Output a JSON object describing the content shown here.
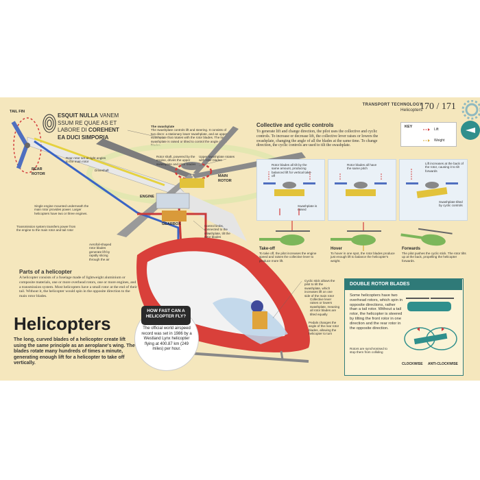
{
  "header": {
    "category": "TRANSPORT TECHNOLOGY",
    "subtitle": "Helicopters",
    "page_left": "170",
    "page_right": "171"
  },
  "fingerprint_text": {
    "part1": "ESQUIT NULLA",
    "part2": "VANEM",
    "part3": "SSUM RE QUAE AS ET",
    "part4": "LABORE DI",
    "part5": "COREHENT",
    "part6": "EA DUCI SIMPORIA"
  },
  "labels": {
    "tail_fin": "TAIL FIN",
    "rear_rotor": "REAR ROTOR",
    "main_rotor": "MAIN ROTOR",
    "engine": "ENGINE",
    "gearbox": "GEARBOX",
    "driveshaft": "Driveshaft",
    "rear_rotor_set": "Rear rotor set at right angles to the main rotor",
    "single_engine": "Single engine mounted underneath the main rotor provides power. Larger helicopters have two or three engines.",
    "transmission": "Transmission system transfers power from the engine to the main rotor and tail rotor",
    "aerofoil": "Aerofoil-shaped rotor blades generate lift by rapidly slicing through the air",
    "rotor_shaft": "Rotor shaft, powered by the engine, drives the upper swashplate and rotor blades",
    "upper_swashplate": "Upper swashplate rotates with rotor blades",
    "control_limbs": "Control limbs, connected to the swashplate, tilt the rotor blades",
    "cyclic_stick": "Cyclic stick allows the pilot to tilt the swashplate, which increases lift on one side of the main rotor",
    "collective_lever": "Collective lever raises or lowers swashplate, meaning all rotor blades are tilted equally",
    "pedals": "Pedals changes the angle of the rear rotor blades, allowing the helicopter to turn"
  },
  "swashplate": {
    "title": "The swashplate",
    "body": "The swashplate controls lift and steering. It consists of two discs: a stationary lower swashplate, and an upper swashplate that rotates with the rotor blades. The lower swashplate is raised or tilted to control the angle of the blades."
  },
  "collective": {
    "title": "Collective and cyclic controls",
    "body": "To generate lift and change direction, the pilot uses the collective and cyclic controls. To increase or decrease lift, the collective lever raises or lowers the swashplate, changing the angle of all the blades at the same time. To change direction, the cyclic controls are used to tilt the swashplate."
  },
  "key": {
    "title": "KEY",
    "lift": "Lift",
    "weight": "Weight"
  },
  "panels": [
    {
      "note": "Rotor blades all tilt by the same amount, producing balanced lift for vertical take-off",
      "note2": "Swashplate is raised",
      "title": "Take-off",
      "body": "To take off, the pilot increases the engine speed and raises the collective lever to produce more lift."
    },
    {
      "note": "Rotor blades all have the same pitch",
      "note2": "",
      "title": "Hover",
      "body": "To hover in one spot, the rotor blades produce just enough lift to balance the helicopter's weight."
    },
    {
      "note": "Lift increases at the back of the rotor, causing it to tilt forwards",
      "note2": "Swashplate tilted by cyclic controls",
      "title": "Forwards",
      "body": "The pilot pushes the cyclic stick. The rotor tilts up at the back, propelling the helicopter forwards."
    }
  ],
  "parts": {
    "title": "Parts of a helicopter",
    "body": "A helicopter consists of a fuselage made of lightweight aluminium or composite materials, one or more overhead rotors, one or more engines, and a transmission system. Most helicopters have a small rotor at the end of their tail. Without it, the helicopter would spin in the opposite direction to the main rotor blades."
  },
  "intro": {
    "title": "Helicopters",
    "body": "The long, curved blades of a helicopter create lift using the same principle as an aeroplane's wing. The blades rotate many hundreds of times a minute, generating enough lift for a helicopter to take off vertically."
  },
  "speed": {
    "question": "HOW FAST CAN A HELICOPTER FLY?",
    "answer": "The official world airspeed record was set in 1986 by a Westland Lynx helicopter flying at 400.87 km (249 miles) per hour."
  },
  "double_rotor": {
    "title": "DOUBLE ROTOR BLADES",
    "body": "Some helicopters have two overhead rotors, which spin in opposite directions, rather than a tail rotor. Without a tail rotor, the helicopter is steered by tilting the front rotor in one direction and the rear rotor in the opposite direction.",
    "note": "Rotors are synchronised to stop them from colliding",
    "clockwise": "CLOCKWISE",
    "anticlockwise": "ANTI-CLOCKWISE"
  },
  "colors": {
    "background": "#f5e7bd",
    "fuselage_red": "#d9403a",
    "teal": "#2f7a78",
    "green": "#7cb65a",
    "lift_red": "#d23a3a",
    "weight_gold": "#d7a935"
  }
}
